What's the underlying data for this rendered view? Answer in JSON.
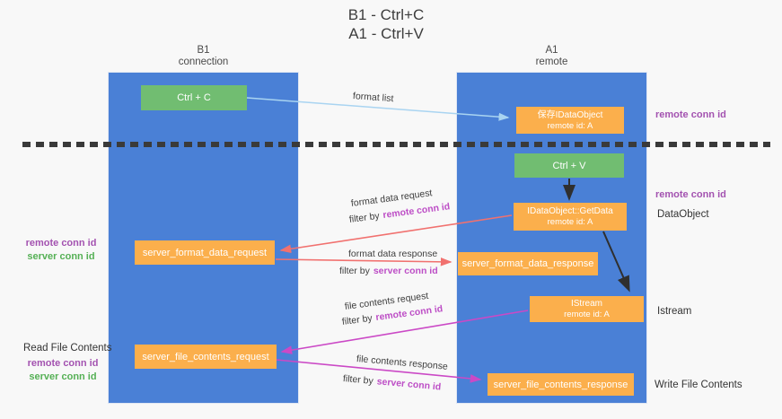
{
  "title": {
    "line1": "B1 - Ctrl+C",
    "line2": "A1 - Ctrl+V"
  },
  "lanes": {
    "left": {
      "title": "B1",
      "subtitle": "connection"
    },
    "right": {
      "title": "A1",
      "subtitle": "remote"
    }
  },
  "nodes": {
    "ctrl_c": {
      "label": "Ctrl + C"
    },
    "save_idataobject": {
      "line1": "保存IDataObject",
      "line2": "remote id: A"
    },
    "ctrl_v": {
      "label": "Ctrl + V"
    },
    "getdata": {
      "line1": "IDataObject::GetData",
      "line2": "remote id: A"
    },
    "server_format_data_request": {
      "label": "server_format_data_request"
    },
    "server_format_data_response": {
      "label": "server_format_data_response"
    },
    "istream": {
      "line1": "IStream",
      "line2": "remote id: A"
    },
    "server_file_contents_request": {
      "label": "server_file_contents_request"
    },
    "server_file_contents_response": {
      "label": "server_file_contents_response"
    }
  },
  "edge_labels": {
    "format_list": "format list",
    "format_data_request": "format data request",
    "format_data_request_filter": {
      "prefix": "filter by",
      "key": "remote conn id"
    },
    "format_data_response": "format data response",
    "format_data_response_filter": {
      "prefix": "filter by",
      "key": "server conn id"
    },
    "file_contents_request": "file contents request",
    "file_contents_request_filter": {
      "prefix": "filter by",
      "key": "remote conn id"
    },
    "file_contents_response": "file contents response",
    "file_contents_response_filter": {
      "prefix": "filter by",
      "key": "server conn id"
    }
  },
  "side_labels": {
    "right_remote_conn_id_top": "remote conn id",
    "right_remote_conn_id_mid": "remote conn id",
    "data_object": "DataObject",
    "istream": "Istream",
    "write_file_contents": "Write File Contents",
    "left_top": {
      "remote": "remote conn id",
      "server": "server conn id"
    },
    "read_file_contents": "Read File Contents",
    "left_bottom": {
      "remote": "remote conn id",
      "server": "server conn id"
    }
  },
  "colors": {
    "lane-blue": "#4a80d6",
    "box-green": "#71bd71",
    "box-orange": "#fbaf4c",
    "arrow-red": "#f1716f",
    "arrow-magenta": "#cb49c6",
    "arrow-blue": "#a9d4f1",
    "text-purple": "#a352b0",
    "filter-magenta": "#bd4ec6",
    "text-green": "#55b055",
    "bg": "#f8f8f8"
  }
}
